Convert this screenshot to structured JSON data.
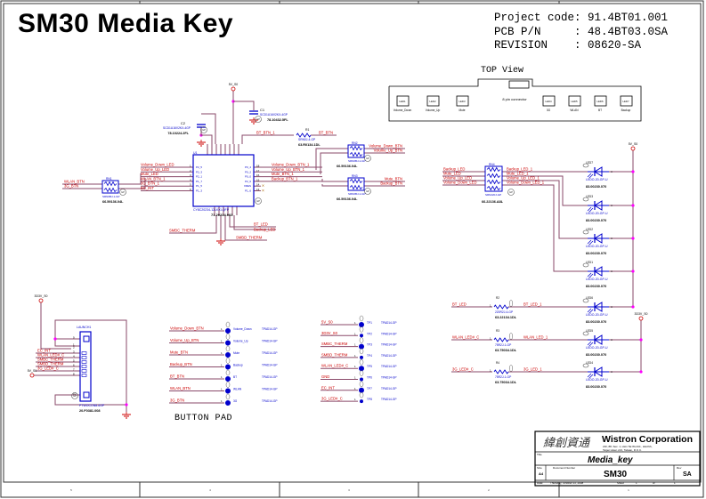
{
  "header": {
    "title": "SM30  Media Key",
    "project_code_label": "Project code",
    "project_code": "91.4BT01.001",
    "pcb_pn_label": "PCB P/N",
    "pcb_pn": "48.4BT03.0SA",
    "revision_label": "REVISION",
    "revision": "08620-SA"
  },
  "top_view": {
    "label": "TOP View",
    "connector_label": "8 pin connector",
    "leds": [
      {
        "ref": "LED1",
        "name": "Volume_Down"
      },
      {
        "ref": "LED2",
        "name": "Volume_Up"
      },
      {
        "ref": "LED3",
        "name": "Mute"
      },
      {
        "ref": "LED4",
        "name": "3G"
      },
      {
        "ref": "LED5",
        "name": "WLAN"
      },
      {
        "ref": "LED6",
        "name": "BT"
      },
      {
        "ref": "LED7",
        "name": "Backup"
      }
    ]
  },
  "power": {
    "v5": "5V_S0",
    "v33": "3D3V_S0"
  },
  "u1": {
    "ref": "U1",
    "part": "CY8C20234-12LKXI-QFP",
    "pn": "71.20234.003",
    "left_pins": [
      {
        "num": "1",
        "name": "P2_5",
        "net": "Volume_Down_LED"
      },
      {
        "num": "2",
        "name": "P2_3",
        "net": "Volume_Up_LED"
      },
      {
        "num": "3",
        "name": "P2_1",
        "net": "Mute_LED"
      },
      {
        "num": "4",
        "name": "P1_7",
        "net": "WLAN_BTN_1"
      },
      {
        "num": "5",
        "name": "P1_5",
        "net": "3G_BTN_1"
      },
      {
        "num": "6",
        "name": "P1_3",
        "net": "EC_INT"
      }
    ],
    "right_pins": [
      {
        "num": "18",
        "name": "P0_4",
        "net": "Volume_Down_BTN_1"
      },
      {
        "num": "17",
        "name": "P0_2",
        "net": "Volume_Up_BTN_1"
      },
      {
        "num": "16",
        "name": "P0_0",
        "net": "Mute_BTN_1"
      },
      {
        "num": "15",
        "name": "P2_6",
        "net": "Backup_BTN_1"
      },
      {
        "num": "14",
        "name": "XRES",
        "net": ""
      },
      {
        "num": "13",
        "name": "P1_6",
        "net": ""
      }
    ],
    "bottom_nets": [
      "SMBC_THERM",
      "BT_LED",
      "Backup_LED",
      "SMBD_THERM"
    ],
    "top_net": "BT_BTN_1"
  },
  "caps": [
    {
      "ref": "C2",
      "value": "SCD1U16V2KX-4GP",
      "pn": "78.10224.2FL"
    },
    {
      "ref": "C1",
      "value": "SCD1U16V2KX-4GP",
      "pn": "78.10432.5FL"
    }
  ],
  "resistor_arrays": [
    {
      "ref": "RN1",
      "part": "SRN0BJ-1-GP",
      "pn": "66.59136.04L",
      "in": [
        "WLAN_BTN",
        "3G_BTN"
      ]
    },
    {
      "ref": "RN2",
      "part": "SRN0BJ-1-GP",
      "pn": "66.59136.04L",
      "out": [
        "Volume_Down_BTN",
        "Volume_Up_BTN"
      ]
    },
    {
      "ref": "RN3",
      "part": "SRN0BJ-1-GP",
      "pn": "66.59136.04L",
      "out": [
        "Mute_BTN",
        "Backup_BTN"
      ]
    },
    {
      "ref": "RN4",
      "part": "SRN220J-GP",
      "pn": "66.22136.A8L",
      "in": [
        "Backup_LED",
        "Mute_LED",
        "Volume_Up_LED",
        "Volume_Down_LED"
      ],
      "out": [
        "Backup_LED_1",
        "Mute_LED_1",
        "Volume_Up_LED_1",
        "Volume_Down_LED_1"
      ]
    }
  ],
  "r1": {
    "ref": "R1",
    "value": "SRN0J-4-GP",
    "pn": "63.R0134.1DL",
    "net_in": "BT_BTN_1",
    "net_out": "BT_BTN"
  },
  "led_resistors": [
    {
      "ref": "R2",
      "value": "220R2J-4-GP",
      "pn": "63.22134.1DL",
      "in": "BT_LED",
      "out": "BT_LED_1"
    },
    {
      "ref": "R3",
      "value": "75R2J-1-GP",
      "pn": "63.75034.1DL",
      "in": "WLAN_LED#_C",
      "out": "WLAN_LED_1"
    },
    {
      "ref": "R4",
      "value": "75R2J-1-GP",
      "pn": "63.75034.1DL",
      "in": "3G_LED#_C",
      "out": "3G_LED_1"
    }
  ],
  "leds": [
    {
      "ref": "LED7",
      "part": "LEDO-20-GP-U",
      "pn": "83.00230.070"
    },
    {
      "ref": "LED3",
      "part": "LEDO-20-GP-U",
      "pn": "83.00230.070"
    },
    {
      "ref": "LED2",
      "part": "LEDO-20-GP-U",
      "pn": "83.00230.070"
    },
    {
      "ref": "LED1",
      "part": "LEDO-20-GP-U",
      "pn": "83.00230.070"
    },
    {
      "ref": "LED6",
      "part": "LEDO-20-GP-U",
      "pn": "83.00230.070"
    },
    {
      "ref": "LED5",
      "part": "LEDO-20-GP-U",
      "pn": "83.00230.070"
    },
    {
      "ref": "LED4",
      "part": "LEDO-20-GP-U",
      "pn": "83.00230.070"
    }
  ],
  "launch1": {
    "ref": "LAUNCH1",
    "part": "PTWOCON8-6GP",
    "pn": "20.F0381.008",
    "pins": [
      {
        "num": "9",
        "net": ""
      },
      {
        "num": "1",
        "net": ""
      },
      {
        "num": "2",
        "net": ""
      },
      {
        "num": "3",
        "net": "EC_INT"
      },
      {
        "num": "4",
        "net": "WLAN_LED#_C"
      },
      {
        "num": "5",
        "net": "SMBC_THERM"
      },
      {
        "num": "6",
        "net": "SMBD_THERM"
      },
      {
        "num": "7",
        "net": "3G_LED#_C"
      },
      {
        "num": "8",
        "net": "5V_S0"
      },
      {
        "num": "10",
        "net": ""
      }
    ]
  },
  "button_pads": {
    "label": "BUTTON PAD",
    "part": "TPAD14-GP",
    "items": [
      {
        "net": "Volume_Down_BTN",
        "name": "Volume_Down"
      },
      {
        "net": "Volume_Up_BTN",
        "name": "Volume_Up"
      },
      {
        "net": "Mute_BTN",
        "name": "Mute"
      },
      {
        "net": "Backup_BTN",
        "name": "Backup"
      },
      {
        "net": "BT_BTN",
        "name": "BT"
      },
      {
        "net": "WLAN_BTN",
        "name": "WLAN"
      },
      {
        "net": "3G_BTN",
        "name": "3G"
      }
    ]
  },
  "test_points": {
    "part": "TPAD14-GP",
    "items": [
      {
        "net": "5V_S0",
        "ref": "TP1"
      },
      {
        "net": "3D3V_S0",
        "ref": "TP2"
      },
      {
        "net": "SMBC_THERM",
        "ref": "TP3"
      },
      {
        "net": "SMBD_THERM",
        "ref": "TP4"
      },
      {
        "net": "WLAN_LED#_C",
        "ref": "TP5"
      },
      {
        "net": "GND",
        "ref": "TP6"
      },
      {
        "net": "EC_INT",
        "ref": "TP7"
      },
      {
        "net": "3G_LED#_C",
        "ref": "TP8"
      }
    ]
  },
  "title_block": {
    "company_cn": "緯創資通",
    "company": "Wistron Corporation",
    "address1": "21F, 88, Sec. 1, Hsin Tai Wu Rd., Hsichih,",
    "address2": "Taipei Hsien 221, Taiwan, R.O.C.",
    "title_label": "Title",
    "title": "Media_key",
    "size_label": "Size",
    "size": "A4",
    "doc_label": "Document Number",
    "doc": "SM30",
    "rev_label": "Rev",
    "rev": "SA",
    "date_label": "Date:",
    "date": "Thursday, October 23, 2008",
    "sheet_label": "Sheet",
    "sheet": "1",
    "of_label": "of",
    "of": "1"
  },
  "border_zones": [
    "5",
    "4",
    "3",
    "2",
    "1"
  ],
  "colors": {
    "wire": "#8a4a6a",
    "net_label": "#cc0000",
    "component": "#0000cc",
    "junction": "#ff00ff",
    "power": "#cc0000"
  }
}
